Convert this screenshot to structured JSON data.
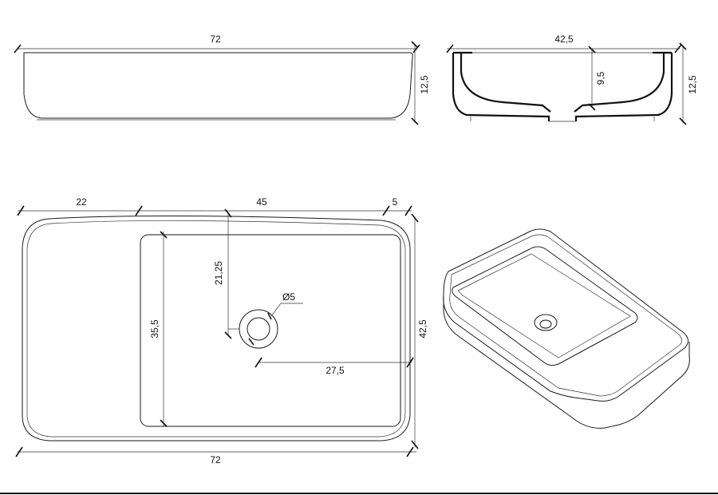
{
  "side_view": {
    "length": "72",
    "height": "12,5"
  },
  "front_view": {
    "width": "42,5",
    "depth": "9,5",
    "height": "12,5"
  },
  "top_view": {
    "left_margin": "22",
    "drain_offset": "45",
    "right_margin": "5",
    "basin_to_drain": "21,25",
    "drain_diameter": "Ø5",
    "basin_length": "35,5",
    "drain_to_edge": "27,5",
    "width": "42,5",
    "length": "72"
  }
}
